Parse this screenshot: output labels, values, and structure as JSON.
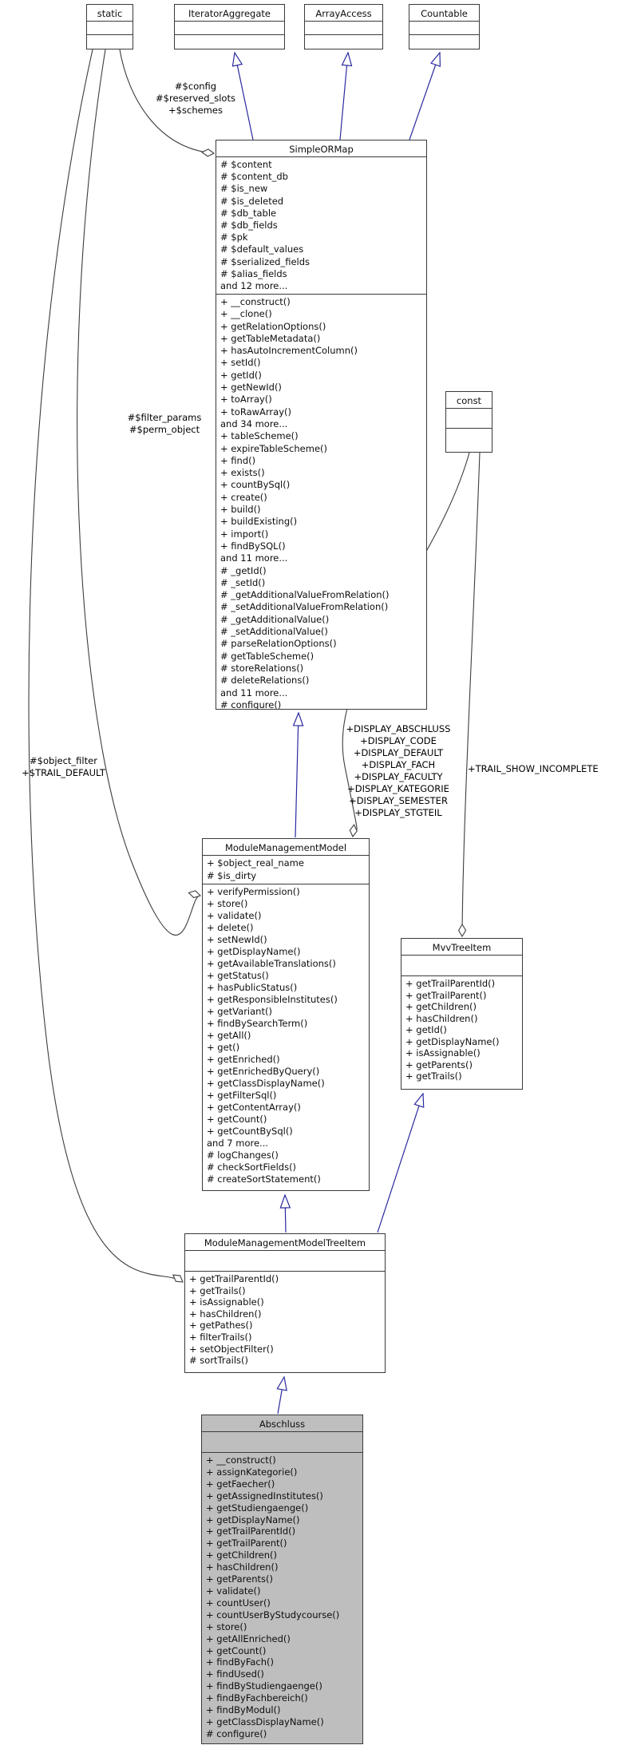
{
  "classes": {
    "static": {
      "name": "static",
      "attributes": [],
      "methods": []
    },
    "iterator_aggregate": {
      "name": "IteratorAggregate",
      "attributes": [],
      "methods": []
    },
    "array_access": {
      "name": "ArrayAccess",
      "attributes": [],
      "methods": []
    },
    "countable": {
      "name": "Countable",
      "attributes": [],
      "methods": []
    },
    "const": {
      "name": "const",
      "attributes": [],
      "methods": []
    },
    "simple_or_map": {
      "name": "SimpleORMap",
      "attributes": [
        "# $content",
        "# $content_db",
        "# $is_new",
        "# $is_deleted",
        "# $db_table",
        "# $db_fields",
        "# $pk",
        "# $default_values",
        "# $serialized_fields",
        "# $alias_fields",
        "and 12 more..."
      ],
      "methods": [
        "+ __construct()",
        "+ __clone()",
        "+ getRelationOptions()",
        "+ getTableMetadata()",
        "+ hasAutoIncrementColumn()",
        "+ setId()",
        "+ getId()",
        "+ getNewId()",
        "+ toArray()",
        "+ toRawArray()",
        "and 34 more...",
        "+ tableScheme()",
        "+ expireTableScheme()",
        "+ find()",
        "+ exists()",
        "+ countBySql()",
        "+ create()",
        "+ build()",
        "+ buildExisting()",
        "+ import()",
        "+ findBySQL()",
        "and 11 more...",
        "# _getId()",
        "# _setId()",
        "# _getAdditionalValueFromRelation()",
        "# _setAdditionalValueFromRelation()",
        "# _getAdditionalValue()",
        "# _setAdditionalValue()",
        "# parseRelationOptions()",
        "# getTableScheme()",
        "# storeRelations()",
        "# deleteRelations()",
        "and 11 more...",
        "# configure()"
      ]
    },
    "module_management_model": {
      "name": "ModuleManagementModel",
      "attributes": [
        "+ $object_real_name",
        "# $is_dirty"
      ],
      "methods": [
        "+ verifyPermission()",
        "+ store()",
        "+ validate()",
        "+ delete()",
        "+ setNewId()",
        "+ getDisplayName()",
        "+ getAvailableTranslations()",
        "+ getStatus()",
        "+ hasPublicStatus()",
        "+ getResponsibleInstitutes()",
        "+ getVariant()",
        "+ findBySearchTerm()",
        "+ getAll()",
        "+ get()",
        "+ getEnriched()",
        "+ getEnrichedByQuery()",
        "+ getClassDisplayName()",
        "+ getFilterSql()",
        "+ getContentArray()",
        "+ getCount()",
        "+ getCountBySql()",
        "and 7 more...",
        "# logChanges()",
        "# checkSortFields()",
        "# createSortStatement()"
      ]
    },
    "mvv_tree_item": {
      "name": "MvvTreeItem",
      "attributes": [],
      "methods": [
        "+ getTrailParentId()",
        "+ getTrailParent()",
        "+ getChildren()",
        "+ hasChildren()",
        "+ getId()",
        "+ getDisplayName()",
        "+ isAssignable()",
        "+ getParents()",
        "+ getTrails()"
      ]
    },
    "module_management_model_tree_item": {
      "name": "ModuleManagementModelTreeItem",
      "attributes": [],
      "methods": [
        "+ getTrailParentId()",
        "+ getTrails()",
        "+ isAssignable()",
        "+ hasChildren()",
        "+ getPathes()",
        "+ filterTrails()",
        "+ setObjectFilter()",
        "# sortTrails()"
      ]
    },
    "abschluss": {
      "name": "Abschluss",
      "attributes": [],
      "methods": [
        "+ __construct()",
        "+ assignKategorie()",
        "+ getFaecher()",
        "+ getAssignedInstitutes()",
        "+ getStudiengaenge()",
        "+ getDisplayName()",
        "+ getTrailParentId()",
        "+ getTrailParent()",
        "+ getChildren()",
        "+ hasChildren()",
        "+ getParents()",
        "+ validate()",
        "+ countUser()",
        "+ countUserByStudycourse()",
        "+ store()",
        "+ getAllEnriched()",
        "+ getCount()",
        "+ findByFach()",
        "+ findUsed()",
        "+ findByStudiengaenge()",
        "+ findByFachbereich()",
        "+ findByModul()",
        "+ getClassDisplayName()",
        "# configure()"
      ]
    }
  },
  "edge_labels": {
    "static_to_simpleormap": [
      "#$config",
      "#$reserved_slots",
      "+$schemes"
    ],
    "static_to_modulemanagementmodel": [
      "#$filter_params",
      "#$perm_object"
    ],
    "static_to_treeitem": [
      "#$object_filter",
      "+$TRAIL_DEFAULT"
    ],
    "const_to_modulemanagementmodel": [
      "+DISPLAY_ABSCHLUSS",
      "+DISPLAY_CODE",
      "+DISPLAY_DEFAULT",
      "+DISPLAY_FACH",
      "+DISPLAY_FACULTY",
      "+DISPLAY_KATEGORIE",
      "+DISPLAY_SEMESTER",
      "+DISPLAY_STGTEIL"
    ],
    "const_to_mvvtreeitem": [
      "+TRAIL_SHOW_INCOMPLETE"
    ]
  },
  "colors": {
    "inheritance_edge": "#2a2aa0",
    "usage_edge": "#3d3d3d",
    "box_border": "#3a3a3a",
    "box_fill": "#ffffff",
    "highlight_fill": "#bebebe",
    "text": "#0d0d0d"
  }
}
